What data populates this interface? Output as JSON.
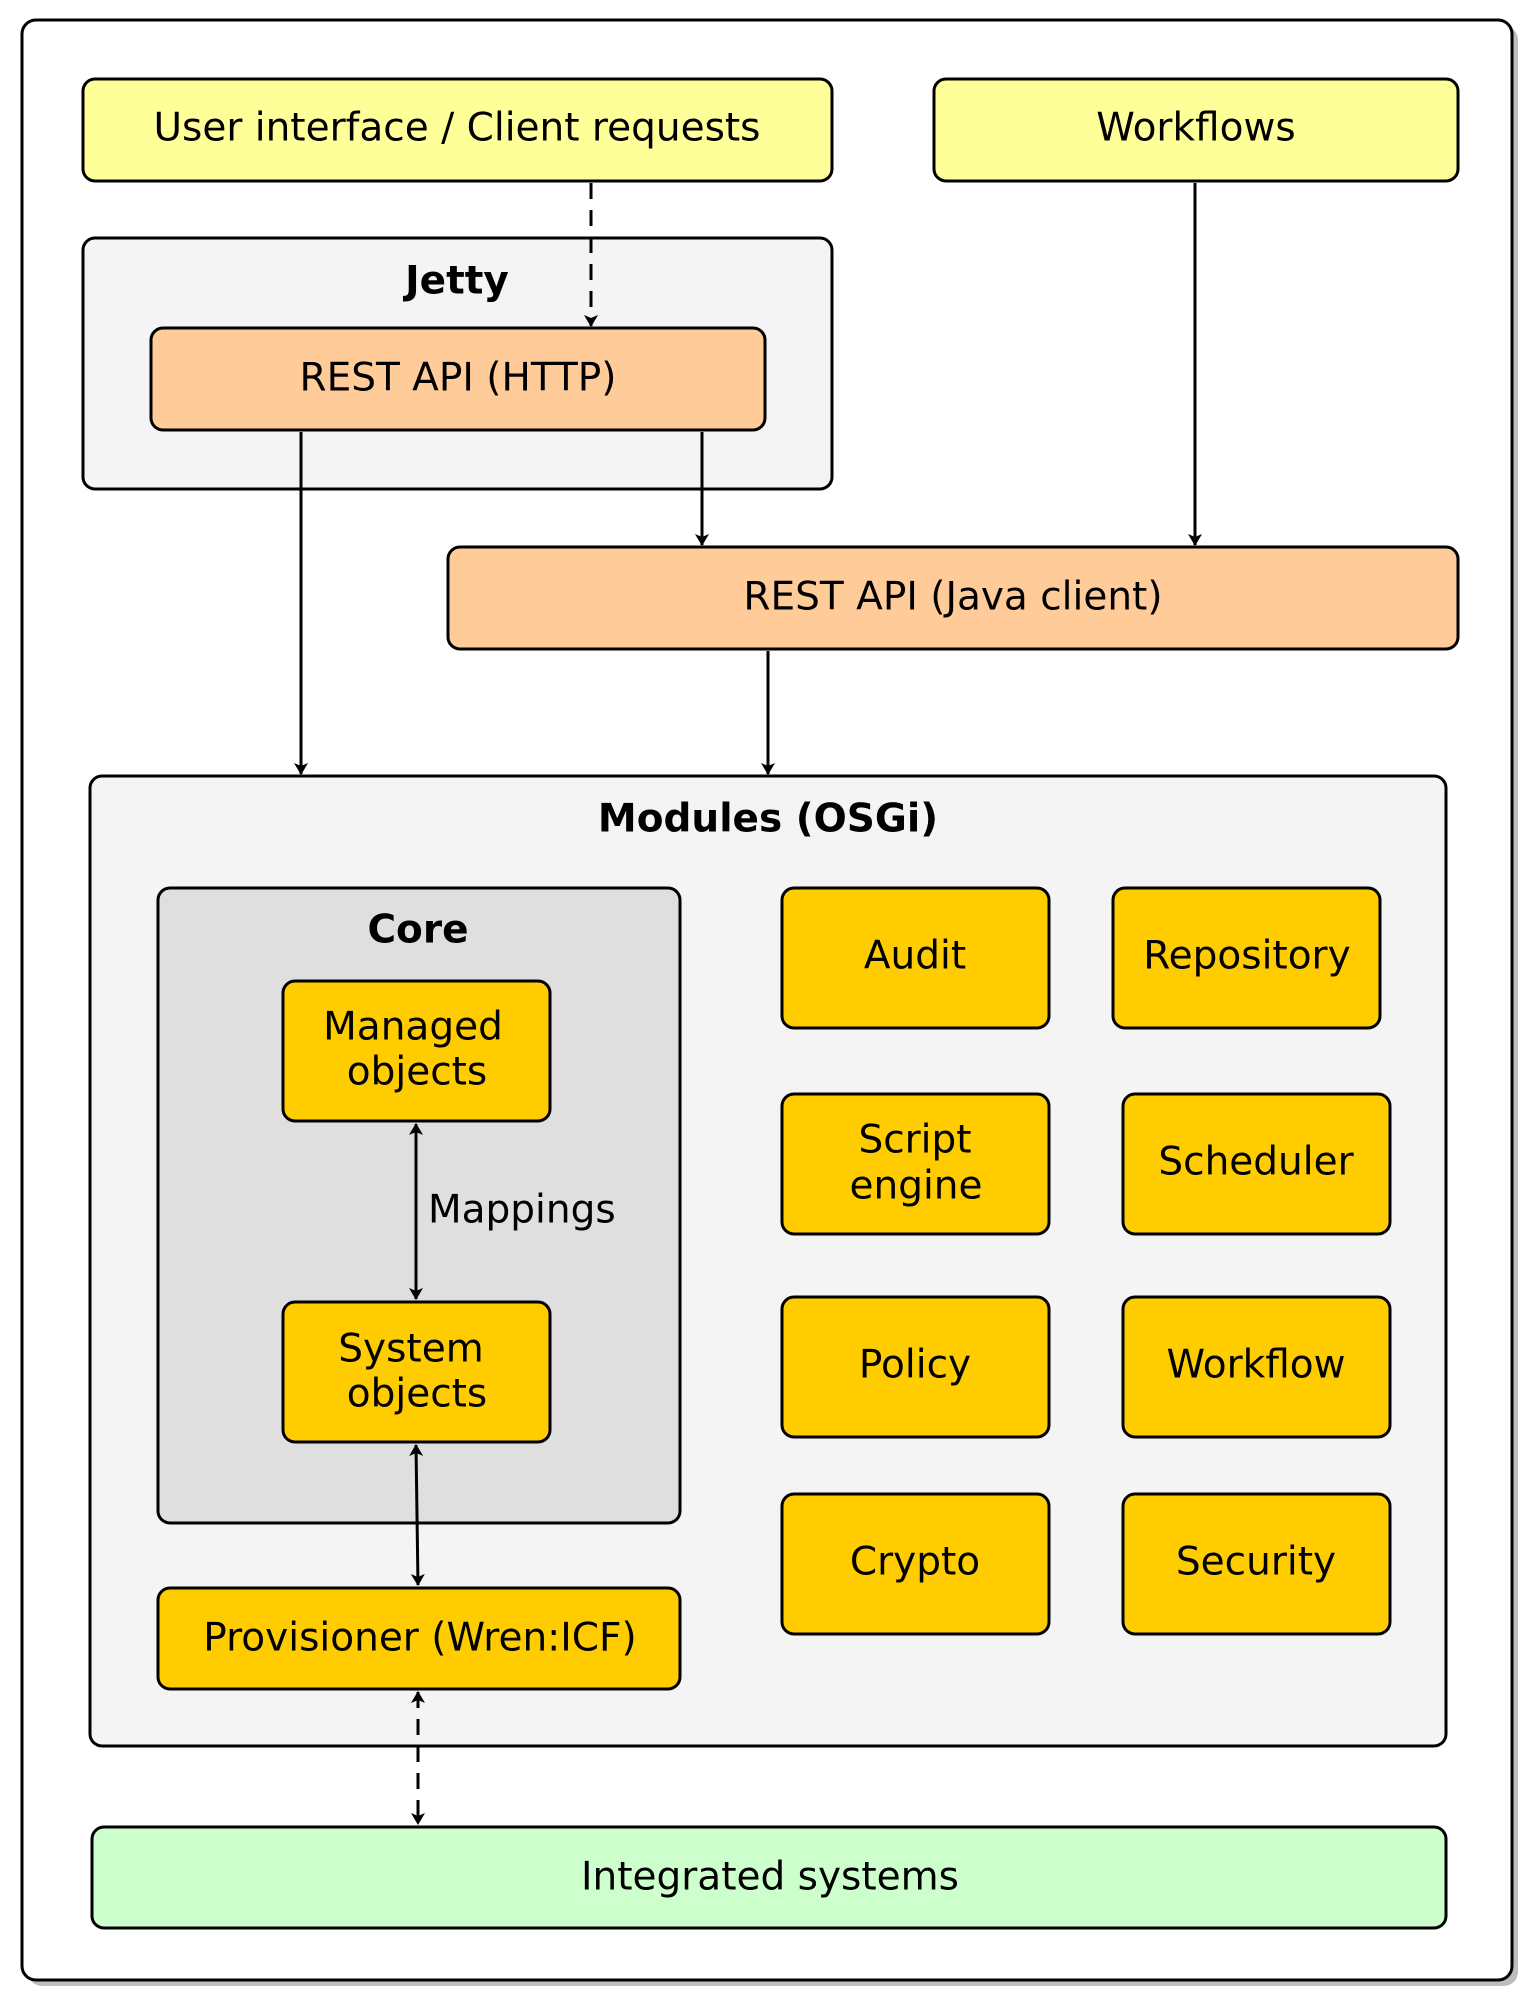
{
  "nodes": {
    "ui": "User interface / Client requests",
    "workflows": "Workflows",
    "jetty": "Jetty",
    "rest_http": "REST API (HTTP)",
    "rest_java": "REST API (Java client)",
    "modules": "Modules (OSGi)",
    "core": "Core",
    "managed_line1": "Managed",
    "managed_line2": "objects",
    "system_line1": "System",
    "system_line2": "objects",
    "mappings": "Mappings",
    "provisioner": "Provisioner (Wren:ICF)",
    "audit": "Audit",
    "repository": "Repository",
    "script_line1": "Script",
    "script_line2": "engine",
    "scheduler": "Scheduler",
    "policy": "Policy",
    "workflow": "Workflow",
    "crypto": "Crypto",
    "security": "Security",
    "integrated": "Integrated systems"
  },
  "colors": {
    "client_yellow": "#ffff99",
    "rest_orange": "#ffcc99",
    "module_gold": "#ffcc00",
    "container_grey": "#f4f4f4",
    "core_grey": "#dfdfdf",
    "integrated_green": "#ccffcc"
  }
}
